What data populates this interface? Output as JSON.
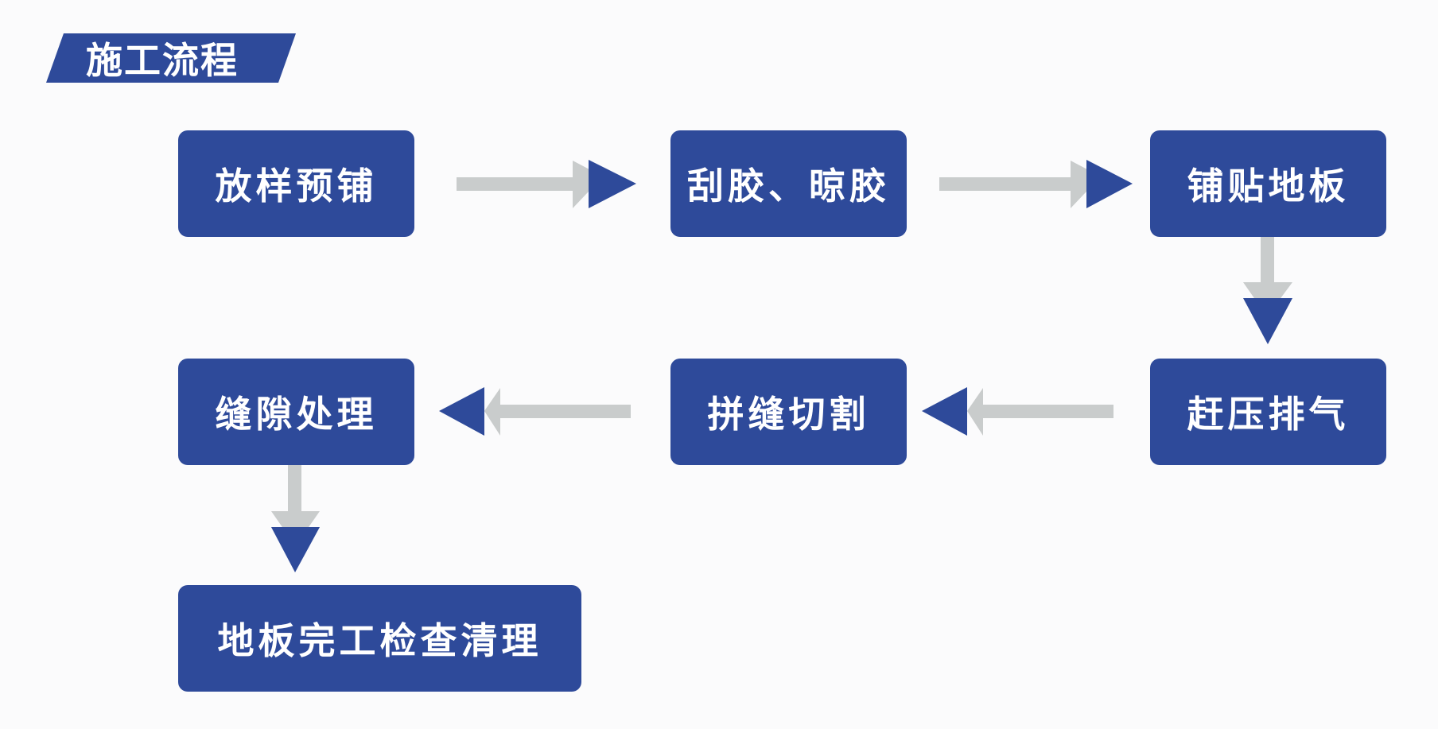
{
  "header": {
    "title": "施工流程"
  },
  "steps": [
    {
      "label": "放样预铺"
    },
    {
      "label": "刮胶、晾胶"
    },
    {
      "label": "铺贴地板"
    },
    {
      "label": "赶压排气"
    },
    {
      "label": "拼缝切割"
    },
    {
      "label": "缝隙处理"
    },
    {
      "label": "地板完工检查清理"
    }
  ],
  "colors": {
    "box_fill": "#2e4a9a",
    "arrow_head": "#2e4a9a",
    "arrow_shaft": "#c9cccc",
    "text": "#ffffff",
    "background": "#fbfbfc"
  },
  "flow_connections": [
    {
      "from": 1,
      "to": 2,
      "direction": "right"
    },
    {
      "from": 2,
      "to": 3,
      "direction": "right"
    },
    {
      "from": 3,
      "to": 4,
      "direction": "down"
    },
    {
      "from": 4,
      "to": 5,
      "direction": "left"
    },
    {
      "from": 5,
      "to": 6,
      "direction": "left"
    },
    {
      "from": 6,
      "to": 7,
      "direction": "down"
    }
  ]
}
